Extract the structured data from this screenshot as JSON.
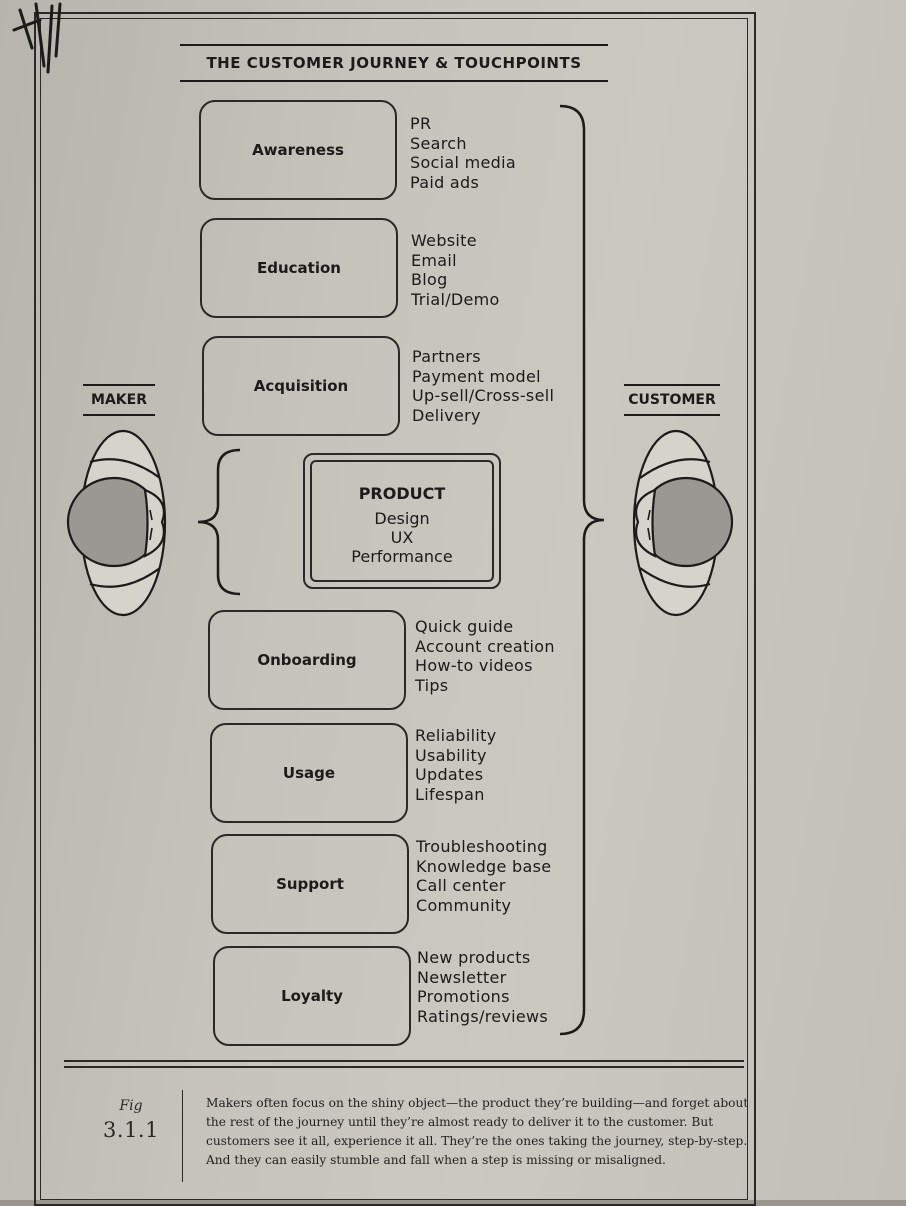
{
  "title": "THE CUSTOMER JOURNEY & TOUCHPOINTS",
  "maker_label": "MAKER",
  "customer_label": "CUSTOMER",
  "stages": [
    {
      "label": "Awareness",
      "items": [
        "PR",
        "Search",
        "Social media",
        "Paid ads"
      ]
    },
    {
      "label": "Education",
      "items": [
        "Website",
        "Email",
        "Blog",
        "Trial/Demo"
      ]
    },
    {
      "label": "Acquisition",
      "items": [
        "Partners",
        "Payment model",
        "Up-sell/Cross-sell",
        "Delivery"
      ]
    },
    {
      "label": "Onboarding",
      "items": [
        "Quick guide",
        "Account creation",
        "How-to videos",
        "Tips"
      ]
    },
    {
      "label": "Usage",
      "items": [
        "Reliability",
        "Usability",
        "Updates",
        "Lifespan"
      ]
    },
    {
      "label": "Support",
      "items": [
        "Troubleshooting",
        "Knowledge base",
        "Call center",
        "Community"
      ]
    },
    {
      "label": "Loyalty",
      "items": [
        "New products",
        "Newsletter",
        "Promotions",
        "Ratings/reviews"
      ]
    }
  ],
  "product": {
    "title": "PRODUCT",
    "items": [
      "Design",
      "UX",
      "Performance"
    ]
  },
  "caption": {
    "fig": "Fig",
    "number": "3.1.1",
    "text": "Makers often focus on the shiny object—the product they’re building—and forget about the rest of the journey until they’re almost ready to deliver it to the customer. But customers see it all, experience it all. They’re the ones taking the journey, step-by-step. And they can easily stumble and fall when a step is missing or misaligned."
  }
}
